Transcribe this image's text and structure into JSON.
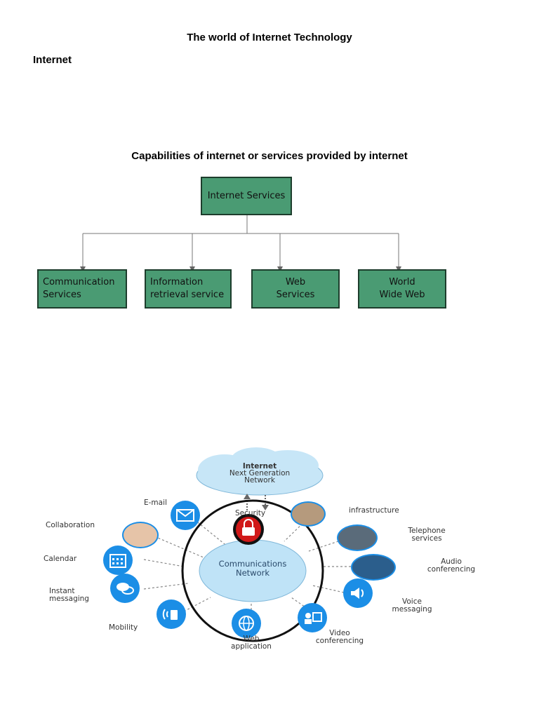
{
  "doc": {
    "title": "The world of Internet Technology",
    "section": "Internet",
    "subheading": "Capabilities of internet or services provided by internet"
  },
  "tree": {
    "root": "Internet Services",
    "children": [
      "Communication\nServices",
      "Information\nretrieval service",
      "Web\nServices",
      "World\nWide Web"
    ]
  },
  "wheel": {
    "center": "Communications\nNetwork",
    "cloud_title": "Internet",
    "cloud_sub": "Next Generation\nNetwork",
    "security": "Security",
    "items": {
      "email": "E-mail",
      "collaboration": "Collaboration",
      "calendar": "Calendar",
      "instant": "Instant\nmessaging",
      "mobility": "Mobility",
      "webapp": "Web\napplication",
      "video": "Video\nconferencing",
      "voice": "Voice\nmessaging",
      "audio": "Audio\nconferencing",
      "telephone": "Telephone\nservices",
      "infrastructure": "infrastructure"
    },
    "colors": {
      "icon": "#1b8ee6",
      "ring": "#111111",
      "hub": "#bfe3f7",
      "lock": "#d11919"
    }
  }
}
